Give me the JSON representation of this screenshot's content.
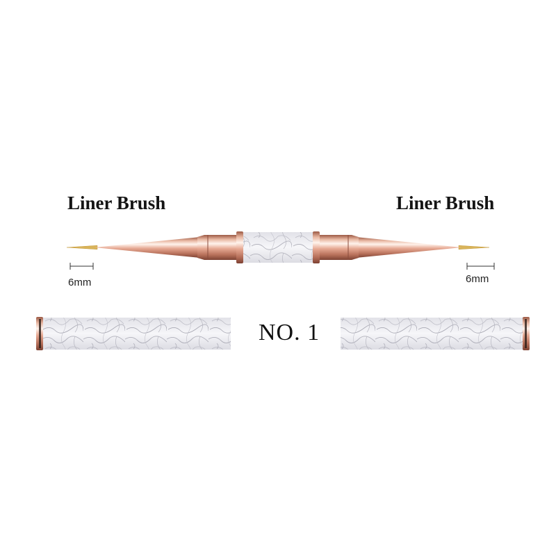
{
  "product": {
    "left_label": "Liner Brush",
    "right_label": "Liner Brush",
    "left_tip_size": "6mm",
    "right_tip_size": "6mm",
    "model_number": "NO. 1"
  },
  "colors": {
    "rose_gold": "#e2ad97",
    "marble": "#eeeef2",
    "bristle": "#d9b45a",
    "text": "#141414"
  }
}
